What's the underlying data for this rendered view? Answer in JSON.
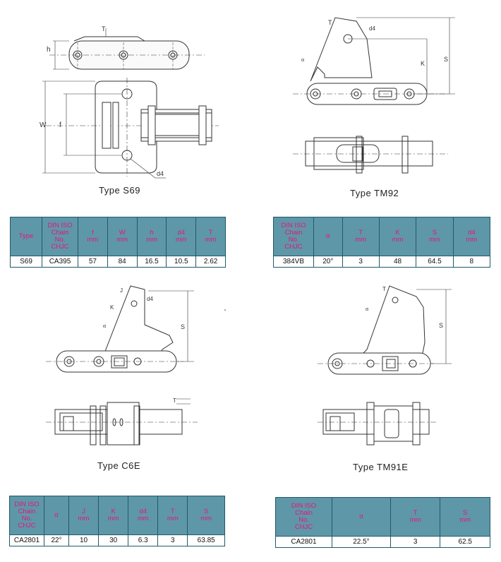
{
  "sections": [
    {
      "caption": "Type S69",
      "labels": {
        "t": "T",
        "h": "h",
        "w": "W",
        "f": "f",
        "d4": "d4"
      },
      "table": {
        "headers": [
          [
            "Type"
          ],
          [
            "DIN ISO",
            "Chain",
            "No.",
            "CHJC"
          ],
          [
            "f",
            "mm"
          ],
          [
            "W",
            "mm"
          ],
          [
            "h",
            "mm"
          ],
          [
            "d4",
            "mm"
          ],
          [
            "T",
            "mm"
          ]
        ],
        "row": [
          "S69",
          "CA395",
          "57",
          "84",
          "16.5",
          "10.5",
          "2.62"
        ]
      }
    },
    {
      "caption": "Type TM92",
      "labels": {
        "t": "T",
        "d4": "d4",
        "k": "K",
        "s": "S",
        "angle": "α"
      },
      "table": {
        "headers": [
          [
            "DIN ISO",
            "Chain",
            "No.",
            "CHJC"
          ],
          [
            "α"
          ],
          [
            "T",
            "mm"
          ],
          [
            "K",
            "mm"
          ],
          [
            "S",
            "mm"
          ],
          [
            "d4",
            "mm"
          ]
        ],
        "row": [
          "384VB",
          "20°",
          "3",
          "48",
          "64.5",
          "8"
        ]
      }
    },
    {
      "caption": "Type C6E",
      "labels": {
        "t": "T",
        "j": "J",
        "k": "K",
        "d4": "d4",
        "s": "S",
        "angle": "α"
      },
      "table": {
        "headers": [
          [
            "DIN ISO",
            "Chain",
            "No.",
            "CHJC"
          ],
          [
            "α"
          ],
          [
            "J",
            "mm"
          ],
          [
            "K",
            "mm"
          ],
          [
            "d4",
            "mm"
          ],
          [
            "T",
            "mm"
          ],
          [
            "S",
            "mm"
          ]
        ],
        "row": [
          "CA2801",
          "22°",
          "10",
          "30",
          "6.3",
          "3",
          "63.85"
        ]
      }
    },
    {
      "caption": "Type TM91E",
      "labels": {
        "t": "T",
        "s": "S",
        "angle": "α"
      },
      "table": {
        "headers": [
          [
            "DIN ISO",
            "Chain",
            "No.",
            "CHJC"
          ],
          [
            "α"
          ],
          [
            "T",
            "mm"
          ],
          [
            "S",
            "mm"
          ]
        ],
        "row": [
          "CA2801",
          "22.5°",
          "3",
          "62.5"
        ]
      }
    }
  ],
  "colors": {
    "header_bg": "#5e97a8",
    "header_text": "#e8147a",
    "border": "#1f5a6a"
  }
}
